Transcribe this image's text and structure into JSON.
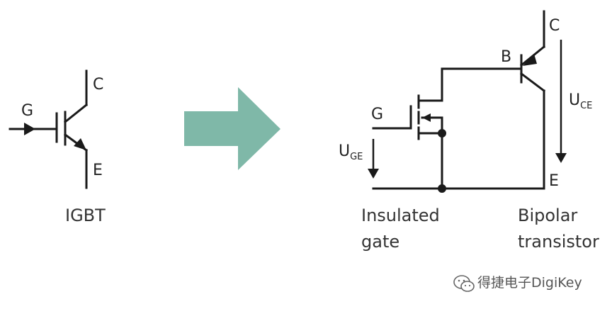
{
  "igbt_symbol": {
    "gate_label": "G",
    "collector_label": "C",
    "emitter_label": "E",
    "caption": "IGBT"
  },
  "arrow": {
    "color": "#7fb8a8"
  },
  "equivalent_circuit": {
    "gate_label": "G",
    "base_label": "B",
    "collector_label": "C",
    "emitter_label": "E",
    "uge_main": "U",
    "uge_sub": "GE",
    "uce_main": "U",
    "uce_sub": "CE",
    "insulated_gate_line1": "Insulated",
    "insulated_gate_line2": "gate",
    "bipolar_line1": "Bipolar",
    "bipolar_line2": "transistor"
  },
  "watermark": {
    "text": "得捷电子DigiKey"
  }
}
